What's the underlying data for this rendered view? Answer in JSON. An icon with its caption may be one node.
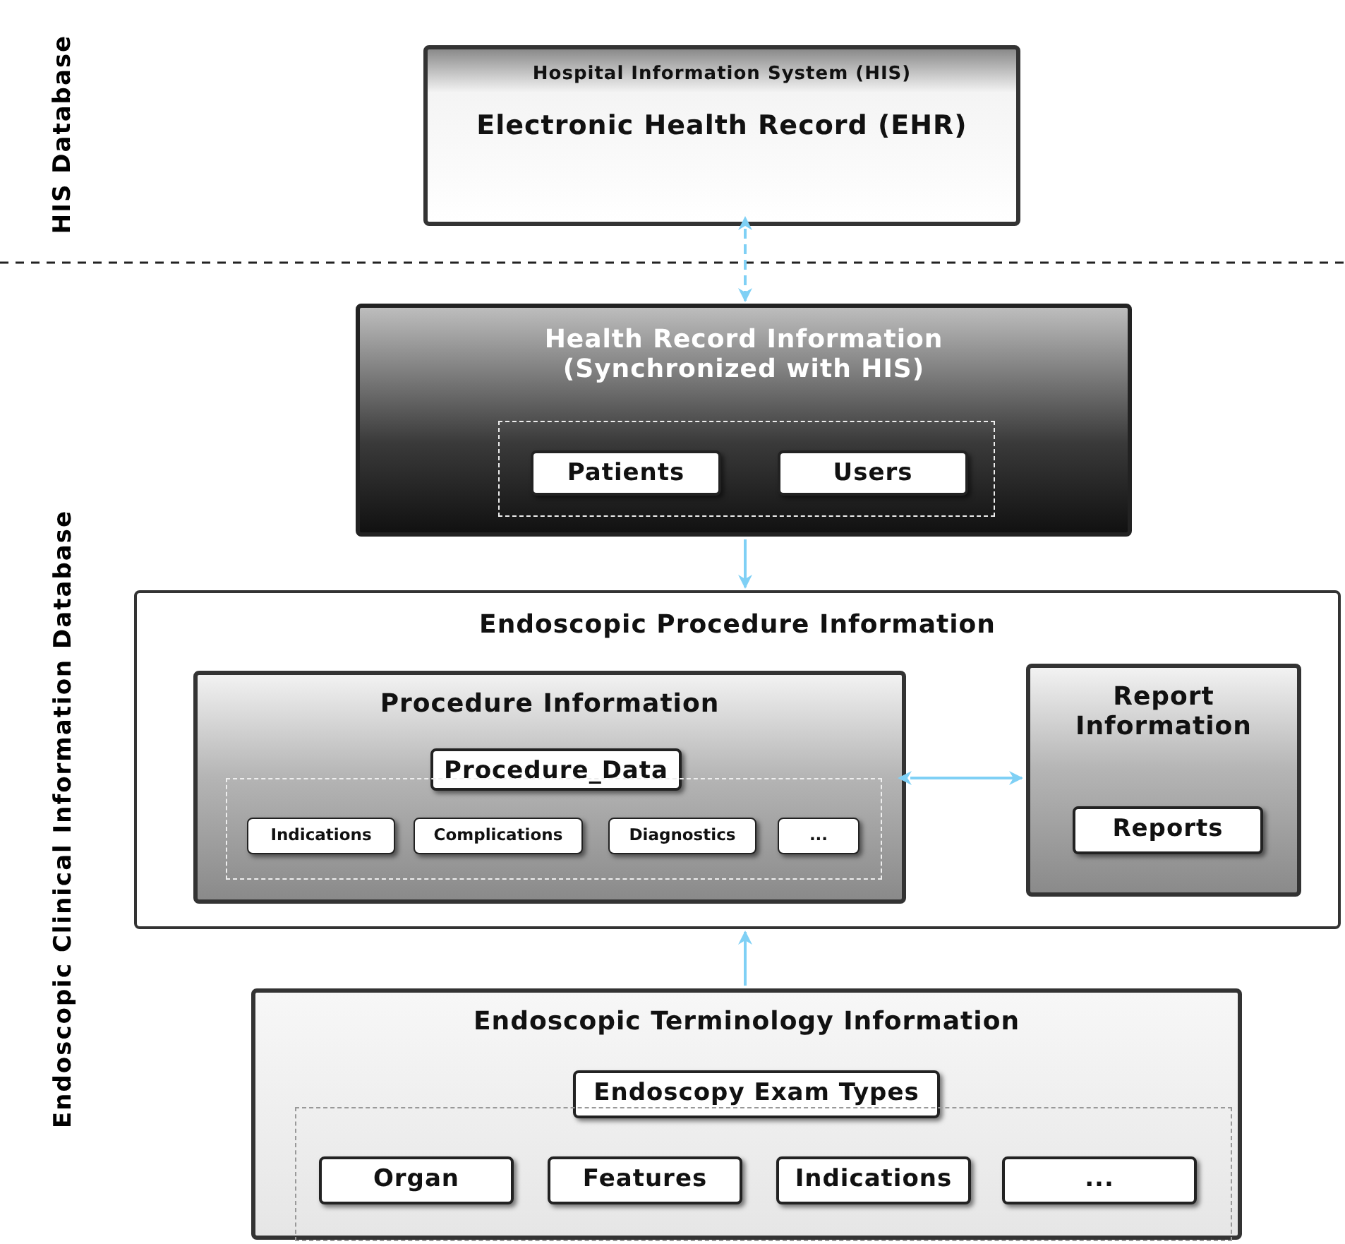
{
  "diagram": {
    "nodes": [
      {
        "text": [
          "Hospital Information System (HIS)",
          "Electronic Health Record (EHR)"
        ]
      },
      {
        "text": [
          "Health Record Information (Synchronized with HIS)"
        ]
      },
      {
        "text": [],
        "shape": "box",
        "in": 1
      },
      {
        "text": [
          "Patients"
        ],
        "in": 2
      },
      {
        "text": [
          "Users"
        ],
        "in": 2
      },
      {
        "text": [
          "Endoscopic Procedure Information"
        ]
      },
      {
        "text": [
          "Procedure Information"
        ],
        "in": 5
      },
      {
        "text": [
          "Procedure_Data"
        ],
        "in": 6
      },
      {
        "text": [],
        "shape": "box",
        "in": 6
      },
      {
        "text": [
          "Indications"
        ],
        "in": 8
      },
      {
        "text": [
          "Complications"
        ],
        "in": 8
      },
      {
        "text": [
          "Diagnostics"
        ],
        "in": 8
      },
      {
        "text": [
          "..."
        ],
        "in": 8
      },
      {
        "text": [
          "Report Information"
        ],
        "in": 5
      },
      {
        "text": [
          "Reports"
        ],
        "in": 13
      },
      {
        "text": [
          "Endoscopic Terminology Information"
        ]
      },
      {
        "text": [
          "Endoscopy Exam Types"
        ],
        "in": 15
      },
      {
        "text": [],
        "shape": "box",
        "in": 15
      },
      {
        "text": [
          "Organ"
        ],
        "in": 17
      },
      {
        "text": [
          "Features"
        ],
        "in": 17
      },
      {
        "text": [
          "Indications"
        ],
        "in": 17
      },
      {
        "text": [
          "..."
        ],
        "in": 17
      }
    ],
    "edges": [
      {
        "from": 0,
        "to": 1,
        "arrow": "both",
        "style": "dashed"
      },
      {
        "from": 1,
        "to": 5,
        "arrow": "to"
      },
      {
        "from": 6,
        "to": 13,
        "arrow": "both"
      },
      {
        "from": 15,
        "to": 5,
        "arrow": "to"
      }
    ],
    "labels": [
      "HIS Database",
      "Endoscopic Clinical Information Database"
    ]
  }
}
